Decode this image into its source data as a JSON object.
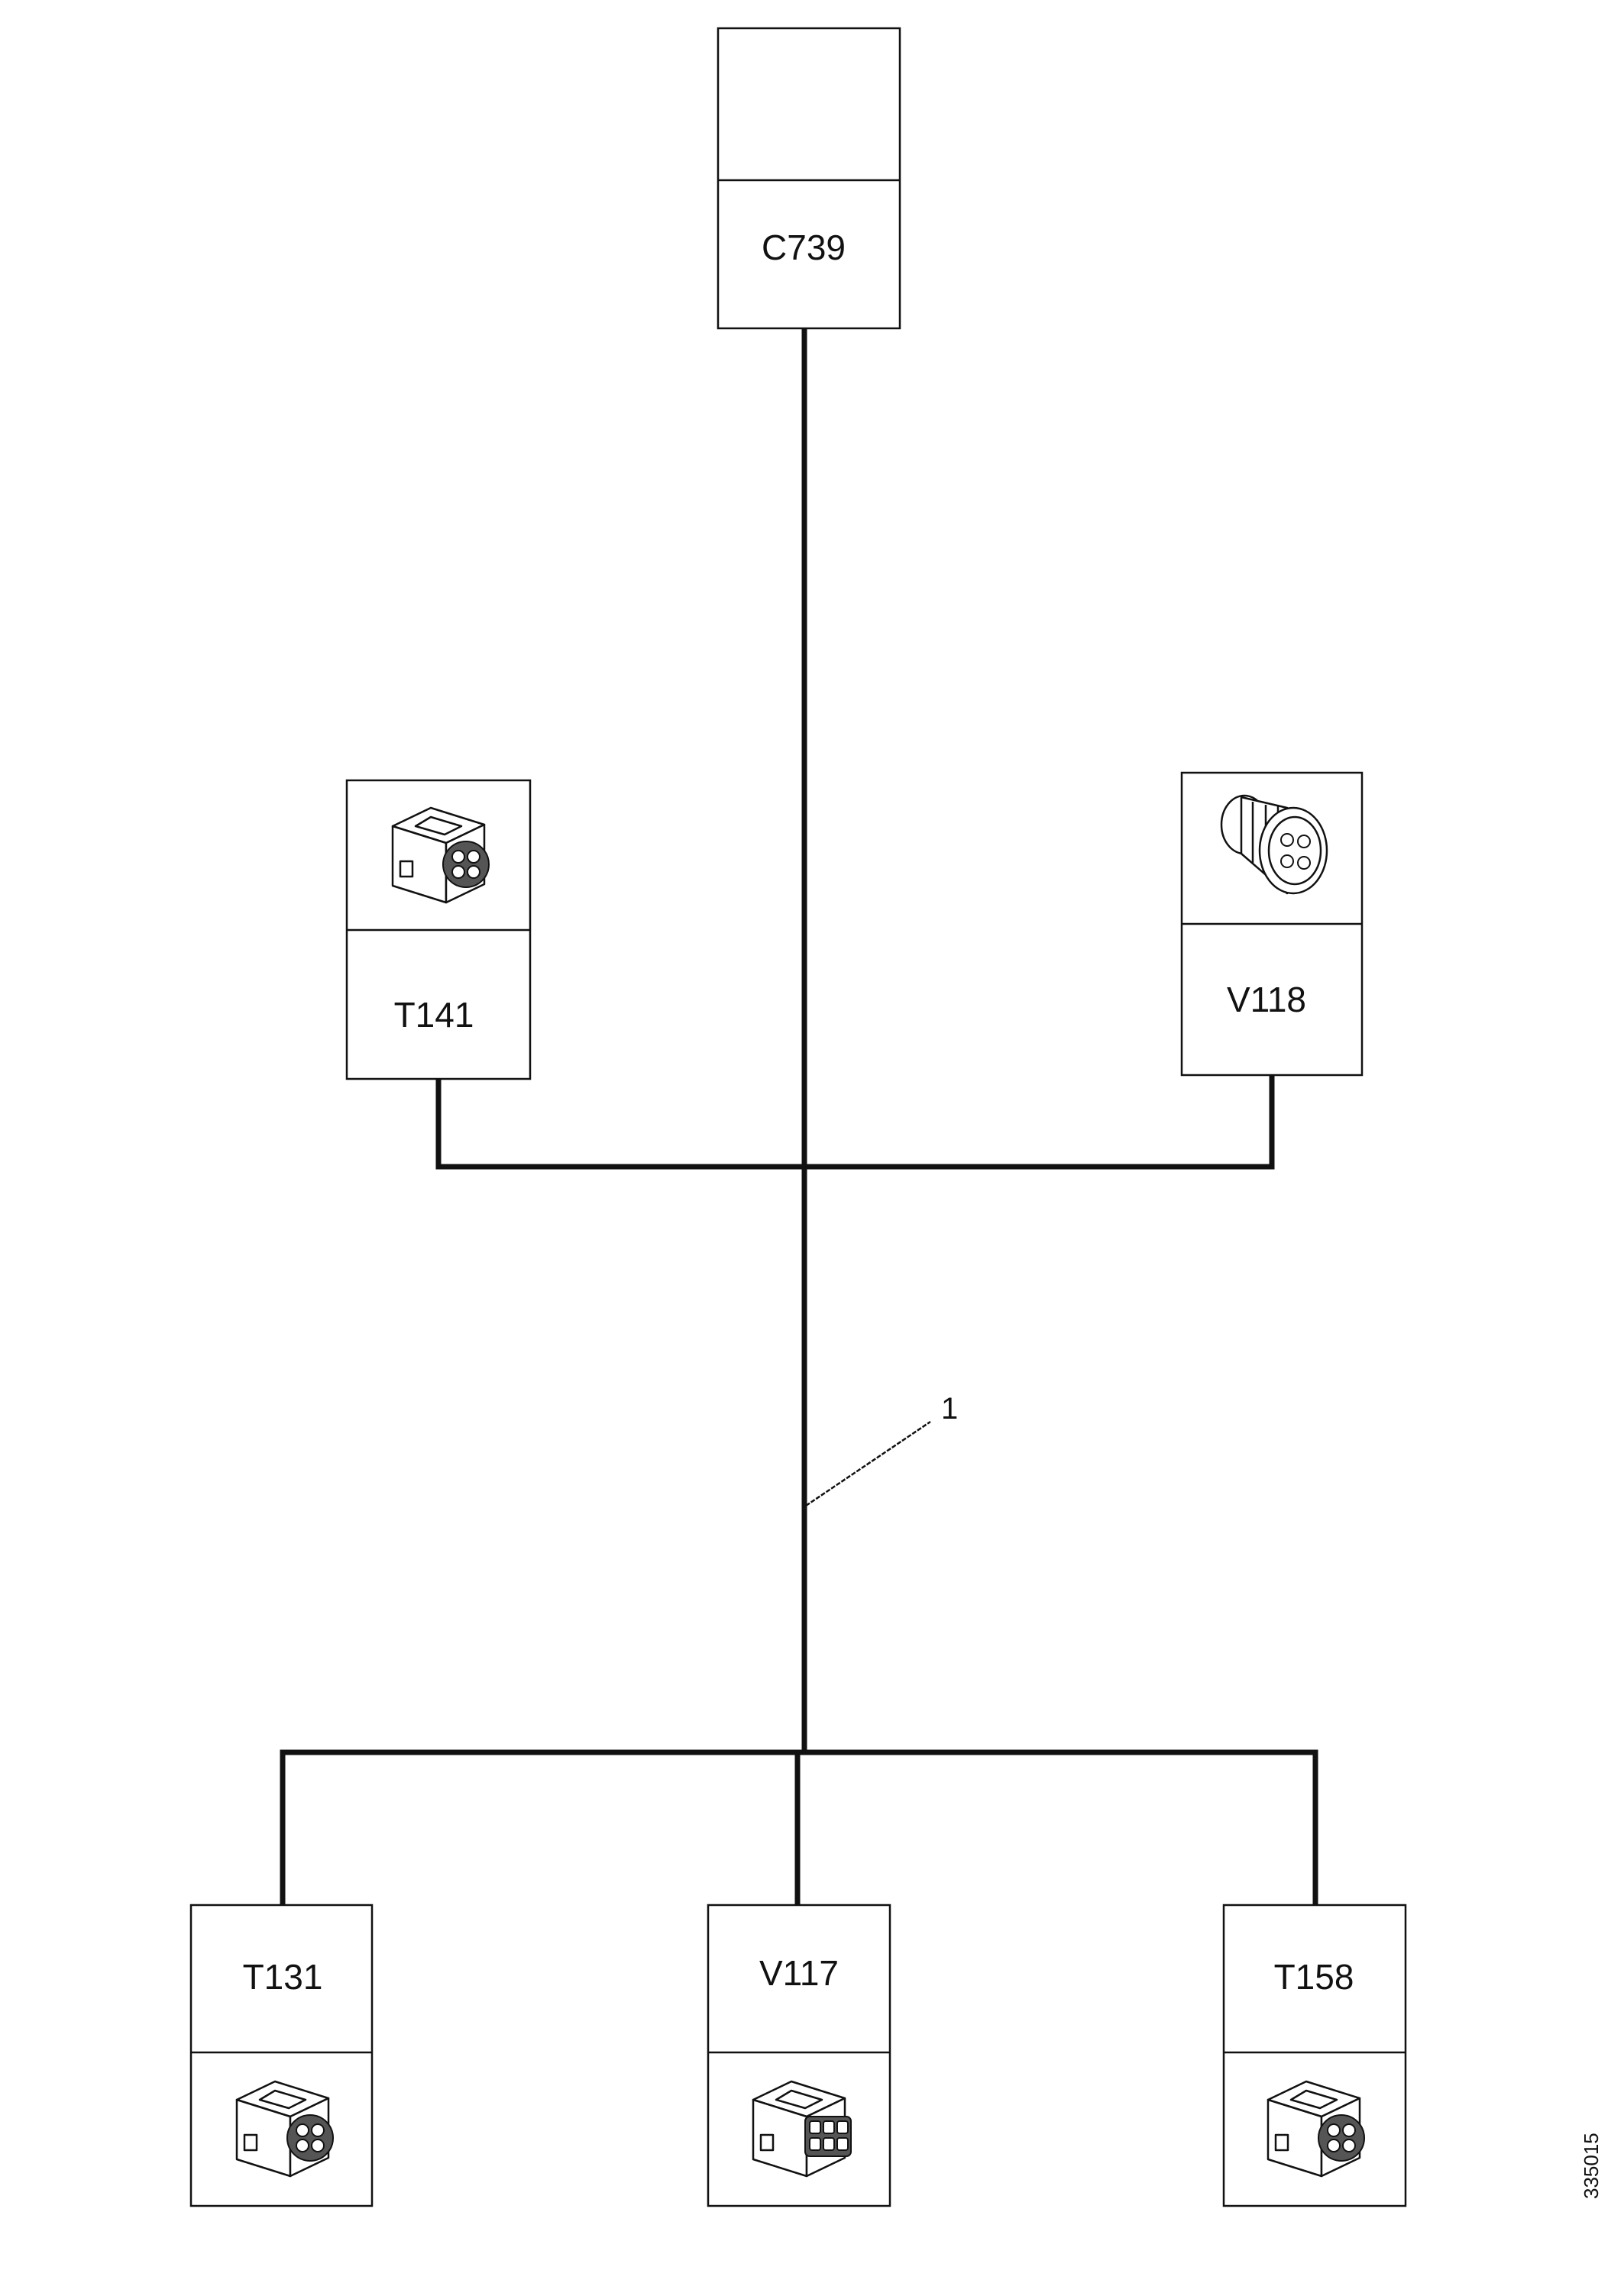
{
  "connectors": {
    "c739": {
      "label": "C739",
      "icon": "blank-connector-icon"
    },
    "t141": {
      "label": "T141",
      "icon": "square-connector-icon"
    },
    "v118": {
      "label": "V118",
      "icon": "round-connector-icon"
    },
    "t131": {
      "label": "T131",
      "icon": "square-connector-icon"
    },
    "v117": {
      "label": "V117",
      "icon": "rectangular-connector-icon"
    },
    "t158": {
      "label": "T158",
      "icon": "square-connector-icon"
    }
  },
  "callout": {
    "label": "1"
  },
  "figure_id": "335015",
  "colors": {
    "line": "#111111",
    "background": "#ffffff"
  }
}
